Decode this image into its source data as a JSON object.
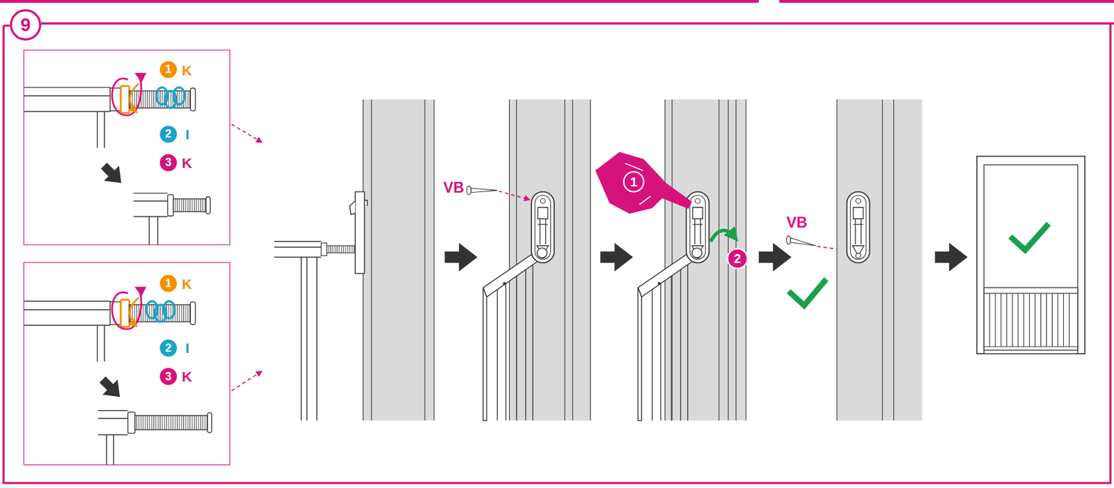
{
  "diagram": {
    "nodes": [
      {
        "text": [
          "9"
        ]
      },
      {
        "text": [
          "K",
          "I",
          "K"
        ]
      },
      {
        "text": [
          "1"
        ],
        "in": 1
      },
      {
        "text": [
          "2"
        ],
        "in": 1
      },
      {
        "text": [
          "3"
        ],
        "in": 1
      },
      {
        "text": [
          "K",
          "I",
          "K"
        ]
      },
      {
        "text": [
          "1"
        ],
        "in": 5
      },
      {
        "text": [
          "2"
        ],
        "in": 5
      },
      {
        "text": [
          "3"
        ],
        "in": 5
      },
      {
        "text": [
          "1"
        ]
      },
      {
        "text": [
          "2"
        ]
      }
    ],
    "labels": [
      "VB",
      "VB"
    ]
  }
}
